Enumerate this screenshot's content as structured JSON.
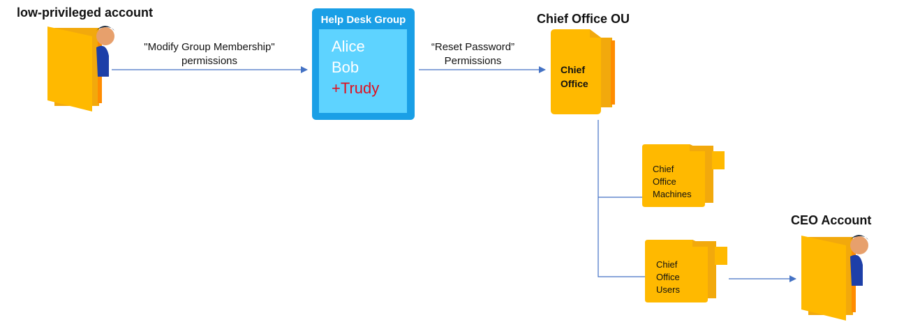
{
  "actors": {
    "low_priv": {
      "title": "low-privileged account"
    },
    "ceo": {
      "title": "CEO Account"
    }
  },
  "edges": {
    "modify_membership": {
      "line1": "\"Modify Group Membership\"",
      "line2": "permissions"
    },
    "reset_password": {
      "line1": "“Reset Password”",
      "line2": "Permissions"
    }
  },
  "group": {
    "title": "Help Desk Group",
    "members": [
      "Alice",
      "Bob"
    ],
    "added_member": "+Trudy"
  },
  "ou": {
    "title": "Chief Office OU",
    "main_folder": {
      "line1": "Chief",
      "line2": "Office"
    },
    "machines_folder": {
      "line1": "Chief",
      "line2": "Office",
      "line3": "Machines"
    },
    "users_folder": {
      "line1": "Chief",
      "line2": "Office",
      "line3": "Users"
    }
  },
  "colors": {
    "folder_front": "#ffb900",
    "folder_back": "#f2a90c",
    "folder_edge": "#ff8c00",
    "group_outer": "#1a9fe6",
    "group_inner": "#5ed3ff",
    "added_member": "#e0101f",
    "connector": "#4472c4"
  }
}
